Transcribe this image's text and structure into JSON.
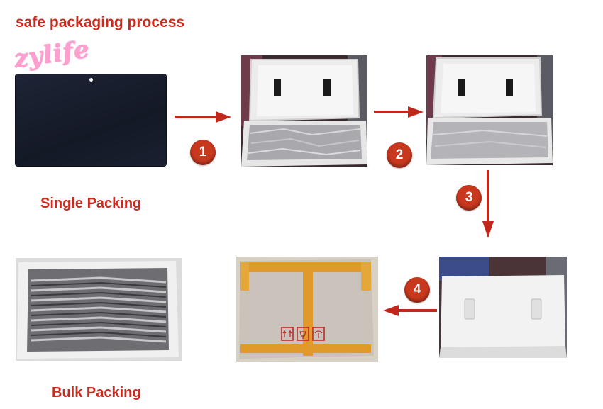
{
  "title": "safe packaging process",
  "logo_text": "zylife",
  "captions": {
    "single": "Single Packing",
    "bulk": "Bulk Packing"
  },
  "steps": [
    "1",
    "2",
    "3",
    "4"
  ],
  "colors": {
    "accent_red": "#cc2a1f",
    "step_circle": "#c8381f",
    "logo_pink": "#ff9fd0"
  },
  "carton_labels": [
    "fragile-icon",
    "this-side-up-icon",
    "keep-dry-icon"
  ]
}
